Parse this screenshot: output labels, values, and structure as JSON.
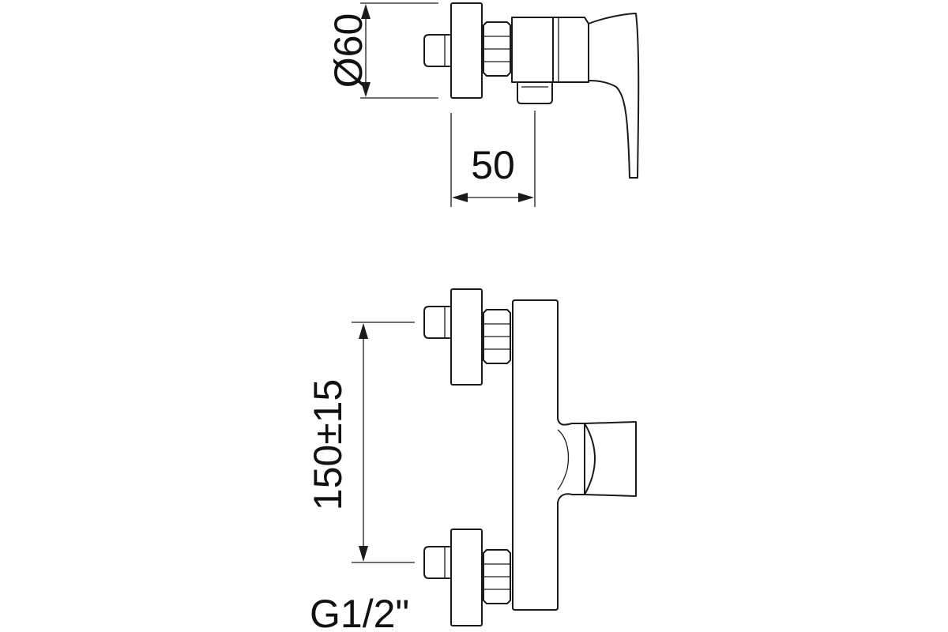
{
  "dimensions": {
    "diameter": "Ø60",
    "depth": "50",
    "center_distance": "150±15",
    "thread": "G1/2\""
  },
  "views": [
    "side-view",
    "front-view"
  ]
}
